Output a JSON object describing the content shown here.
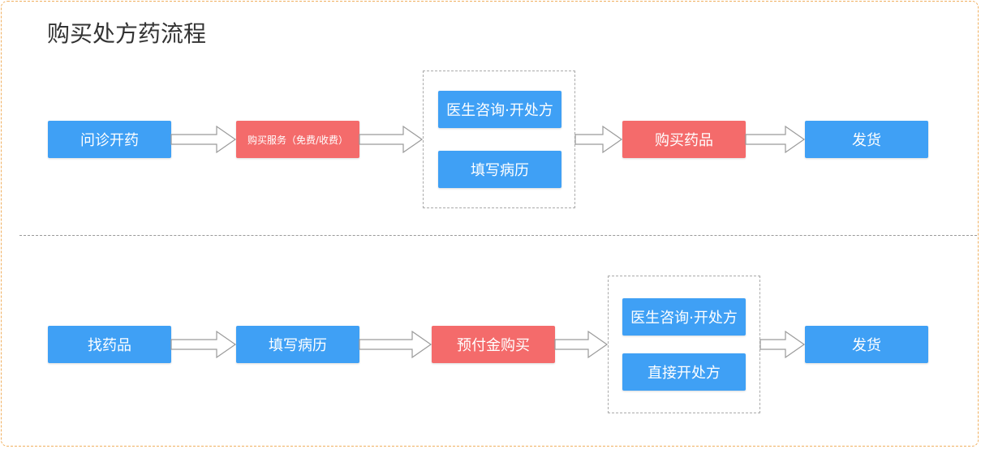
{
  "title": "购买处方药流程",
  "flow1": {
    "step1": "问诊开药",
    "step2": "购买服务（免费/收费）",
    "group_item1": "医生咨询·开处方",
    "group_item2": "填写病历",
    "step4": "购买药品",
    "step5": "发货"
  },
  "flow2": {
    "step1": "找药品",
    "step2": "填写病历",
    "step3": "预付金购买",
    "group_item1": "医生咨询·开处方",
    "group_item2": "直接开处方",
    "step5": "发货"
  },
  "colors": {
    "blue": "#3fa0f5",
    "red": "#f46b6b",
    "frame": "#f0b060"
  }
}
